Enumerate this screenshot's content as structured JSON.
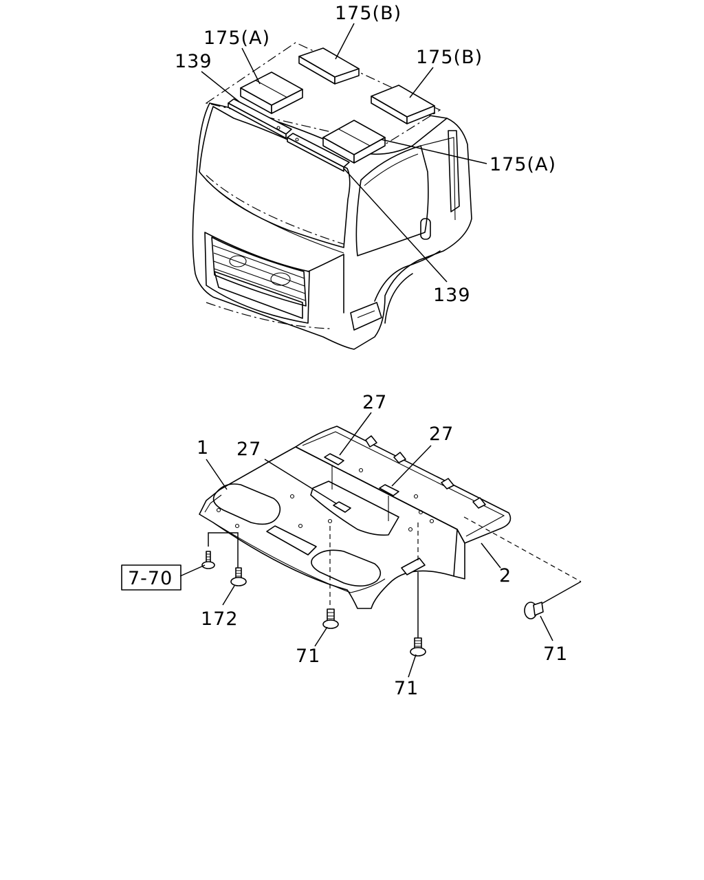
{
  "callouts": {
    "roof_pad_b_top": "175(B)",
    "roof_pad_a_left": "175(A)",
    "roof_pad_b_right": "175(B)",
    "roof_pad_a_right": "175(A)",
    "plate_left": "139",
    "plate_right": "139",
    "clip_top": "27",
    "clip_right": "27",
    "clip_left": "27",
    "headliner": "1",
    "rear_panel": "2",
    "ref_box": "7-70",
    "screw": "172",
    "fastener_center": "71",
    "fastener_right_lower": "71",
    "fastener_far_right": "71"
  }
}
